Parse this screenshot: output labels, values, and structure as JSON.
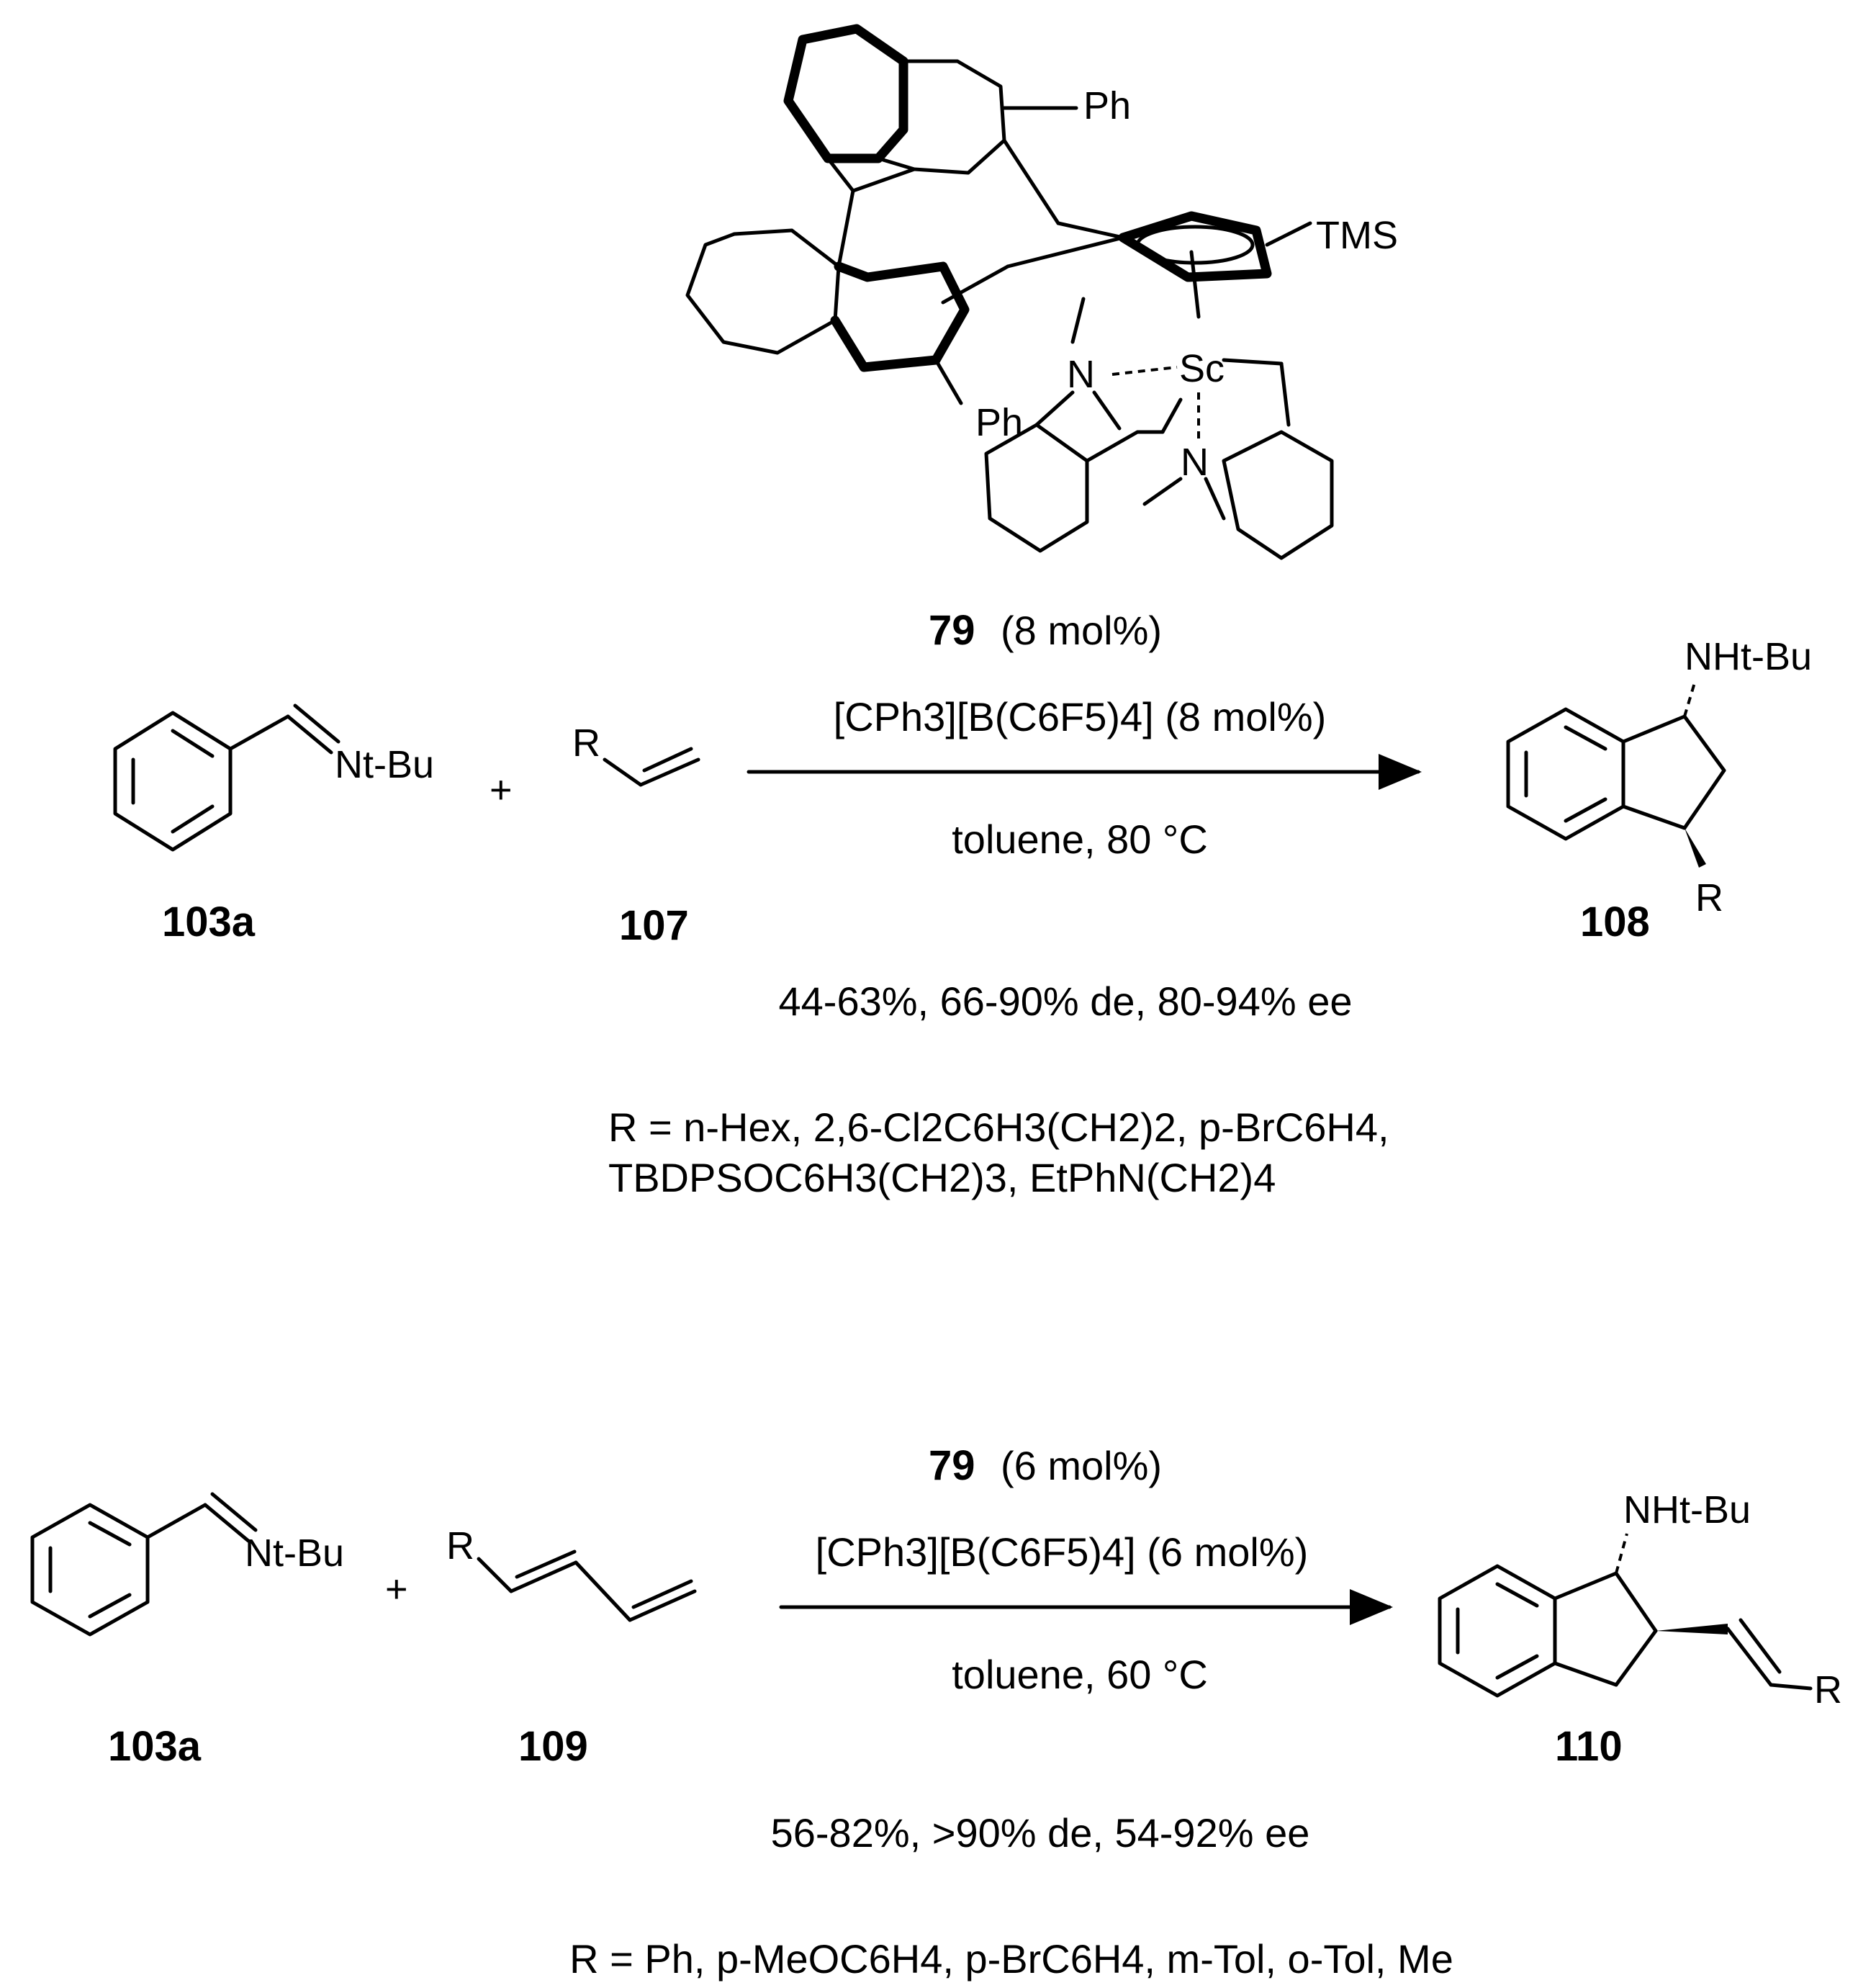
{
  "catalyst": {
    "label": "79",
    "ph_top": "Ph",
    "ph_bottom": "Ph",
    "tms": "TMS",
    "metal": "Sc",
    "n_left": "N",
    "n_right": "N",
    "loading": "(8 mol%)"
  },
  "reaction1": {
    "imine_group": "Nt-Bu",
    "imine_label": "103a",
    "plus": "+",
    "alkene_r": "R",
    "alkene_label": "107",
    "reagent": "[CPh3][B(C6F5)4] (8 mol%)",
    "conditions": "toluene, 80 °C",
    "product_group": "NHt-Bu",
    "product_r": "R",
    "product_label": "108",
    "results": "44-63%, 66-90% de, 80-94% ee",
    "r_groups_line1": "R = n-Hex, 2,6-Cl2C6H3(CH2)2, p-BrC6H4,",
    "r_groups_line2": "TBDPSOC6H3(CH2)3, EtPhN(CH2)4"
  },
  "reaction2": {
    "imine_group": "Nt-Bu",
    "imine_label": "103a",
    "plus": "+",
    "diene_r": "R",
    "diene_label": "109",
    "catalyst_label": "79",
    "catalyst_loading": "(6 mol%)",
    "reagent": "[CPh3][B(C6F5)4] (6 mol%)",
    "conditions": "toluene, 60 °C",
    "product_group": "NHt-Bu",
    "product_r": "R",
    "product_label": "110",
    "results": "56-82%, >90% de, 54-92% ee",
    "r_groups": "R = Ph, p-MeOC6H4, p-BrC6H4, m-Tol, o-Tol, Me"
  }
}
